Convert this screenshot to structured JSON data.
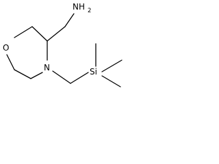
{
  "atoms": {
    "amine": {
      "label": "NH",
      "subscript": "2"
    },
    "ring_oxygen": {
      "label": "O"
    },
    "ring_nitrogen": {
      "label": "N"
    },
    "silicon": {
      "label": "Si"
    }
  },
  "colors": {
    "bond": "#000000",
    "text": "#000000",
    "background": "#ffffff"
  }
}
